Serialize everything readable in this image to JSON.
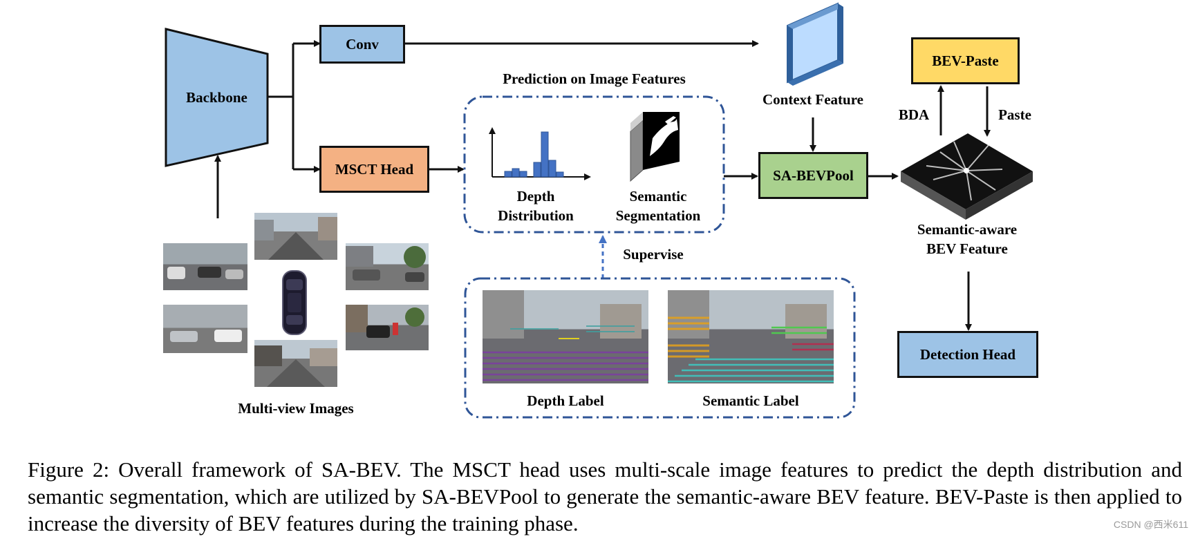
{
  "colors": {
    "backbone": "#9dc3e6",
    "conv": "#9dc3e6",
    "msct": "#f4b183",
    "sabevpool": "#a9d18e",
    "bevpaste": "#ffd966",
    "detection": "#9dc3e6",
    "context_face": "#bcdcff",
    "context_side": "#2e5f9a",
    "dash": "#2f5597",
    "hist_bar": "#4472c4"
  },
  "blocks": {
    "backbone": "Backbone",
    "conv": "Conv",
    "msct_head": "MSCT Head",
    "sa_bevpool": "SA-BEVPool",
    "bev_paste": "BEV-Paste",
    "detection_head": "Detection Head"
  },
  "labels": {
    "prediction_title": "Prediction on Image Features",
    "depth_distribution": [
      "Depth",
      "Distribution"
    ],
    "semantic_segmentation": [
      "Semantic",
      "Segmentation"
    ],
    "context_feature": "Context Feature",
    "bda": "BDA",
    "paste": "Paste",
    "semantic_bev": [
      "Semantic-aware",
      "BEV Feature"
    ],
    "supervise": "Supervise",
    "depth_label": "Depth Label",
    "semantic_label": "Semantic Label",
    "multi_view": "Multi-view Images"
  },
  "caption": "Figure 2: Overall framework of SA-BEV. The MSCT head uses multi-scale image features to predict the depth distribution and semantic segmentation, which are utilized by SA-BEVPool to generate the semantic-aware BEV feature. BEV-Paste is then applied to increase the diversity of BEV features during the training phase.",
  "watermark": "CSDN @西米611",
  "icons": {
    "car": "car-topview-icon",
    "histogram": "depth-histogram-icon",
    "segmentation": "segmentation-map-icon",
    "bev": "bev-feature-map-icon"
  }
}
